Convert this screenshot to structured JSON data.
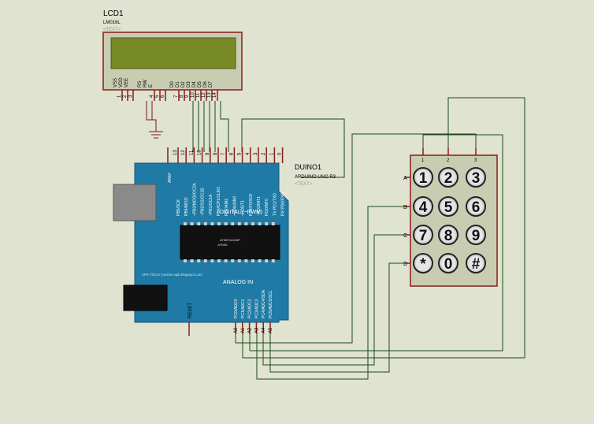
{
  "lcd": {
    "ref": "LCD1",
    "part": "LM016L",
    "text_placeholder": "<TEXT>",
    "pin_names": [
      "VSS",
      "VDD",
      "VEE",
      "RS",
      "RW",
      "E",
      "D0",
      "D1",
      "D2",
      "D3",
      "D4",
      "D5",
      "D6",
      "D7"
    ],
    "pin_numbers": [
      "1",
      "2",
      "3",
      "4",
      "5",
      "6",
      "7",
      "8",
      "9",
      "10",
      "11",
      "12",
      "13",
      "14"
    ]
  },
  "arduino": {
    "ref": "DUINO1",
    "part": "ARDUINO UNO R3",
    "text_placeholder": "<TEXT>",
    "aref_label": "AREF",
    "digital_pin_numbers": [
      "13",
      "12",
      "11",
      "10",
      "9",
      "8",
      "7",
      "6",
      "5",
      "4",
      "3",
      "2",
      "1",
      "0"
    ],
    "digital_pin_names": [
      "PB5/SCK",
      "PB4/MISO",
      "~PB3/MOSI/OC2A",
      "~PB2/SS/OC1B",
      "~PB1/OC1A",
      "PB0/ICP1/CLKO",
      "PD7/AIN1",
      "~PD6/AIN0",
      "~PD5/T1",
      "PD4/T0/XCK",
      "~PD3/INT1",
      "PD2/INT0",
      "TX PD1/TXD",
      "RX PD0/RXD"
    ],
    "digital_label": "DIGITAL (~PWM)",
    "chip_label": "ATMEGA328P",
    "chip_sub": "ATMEL",
    "brand_text": "APK-TECH | techno-apk.blogspot.com",
    "analog_label": "ANALOG IN",
    "analog_pin_names": [
      "PC0/ADC0",
      "PC1/ADC1",
      "PC2/ADC2",
      "PC3/ADC3",
      "PC4/ADC4/SDA",
      "PC5/ADC5/SCL"
    ],
    "analog_pin_numbers": [
      "A0",
      "A1",
      "A2",
      "A3",
      "A4",
      "A5"
    ],
    "reset_label": "RESET"
  },
  "keypad": {
    "col_labels": [
      "1",
      "2",
      "3"
    ],
    "row_labels": [
      "A",
      "B",
      "C",
      "D"
    ],
    "keys": [
      [
        "1",
        "2",
        "3"
      ],
      [
        "4",
        "5",
        "6"
      ],
      [
        "7",
        "8",
        "9"
      ],
      [
        "*",
        "0",
        "#"
      ]
    ]
  }
}
